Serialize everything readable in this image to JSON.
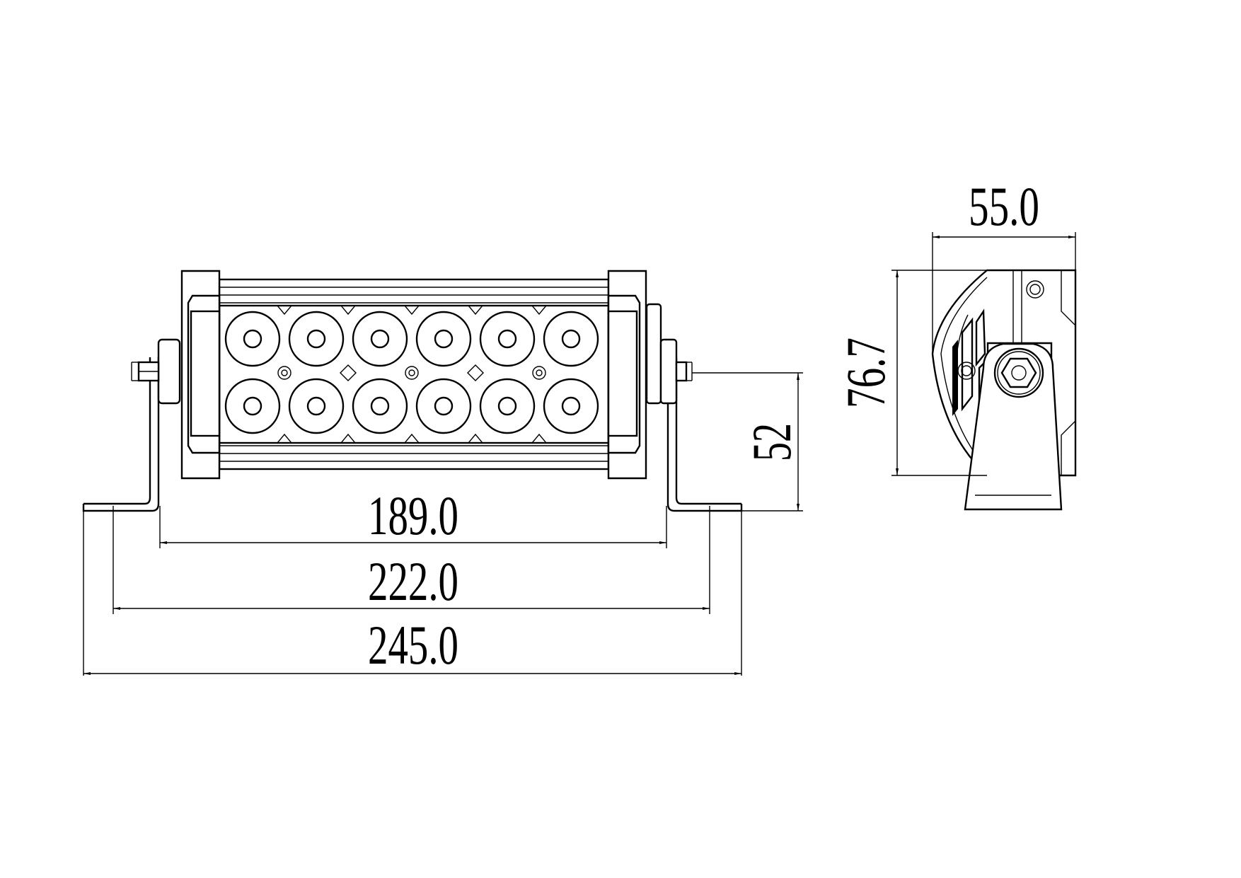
{
  "dimensions": {
    "width_189": "189.0",
    "width_222": "222.0",
    "width_245": "245.0",
    "height_52": "52",
    "depth_55": "55.0",
    "height_76": "76.7"
  }
}
